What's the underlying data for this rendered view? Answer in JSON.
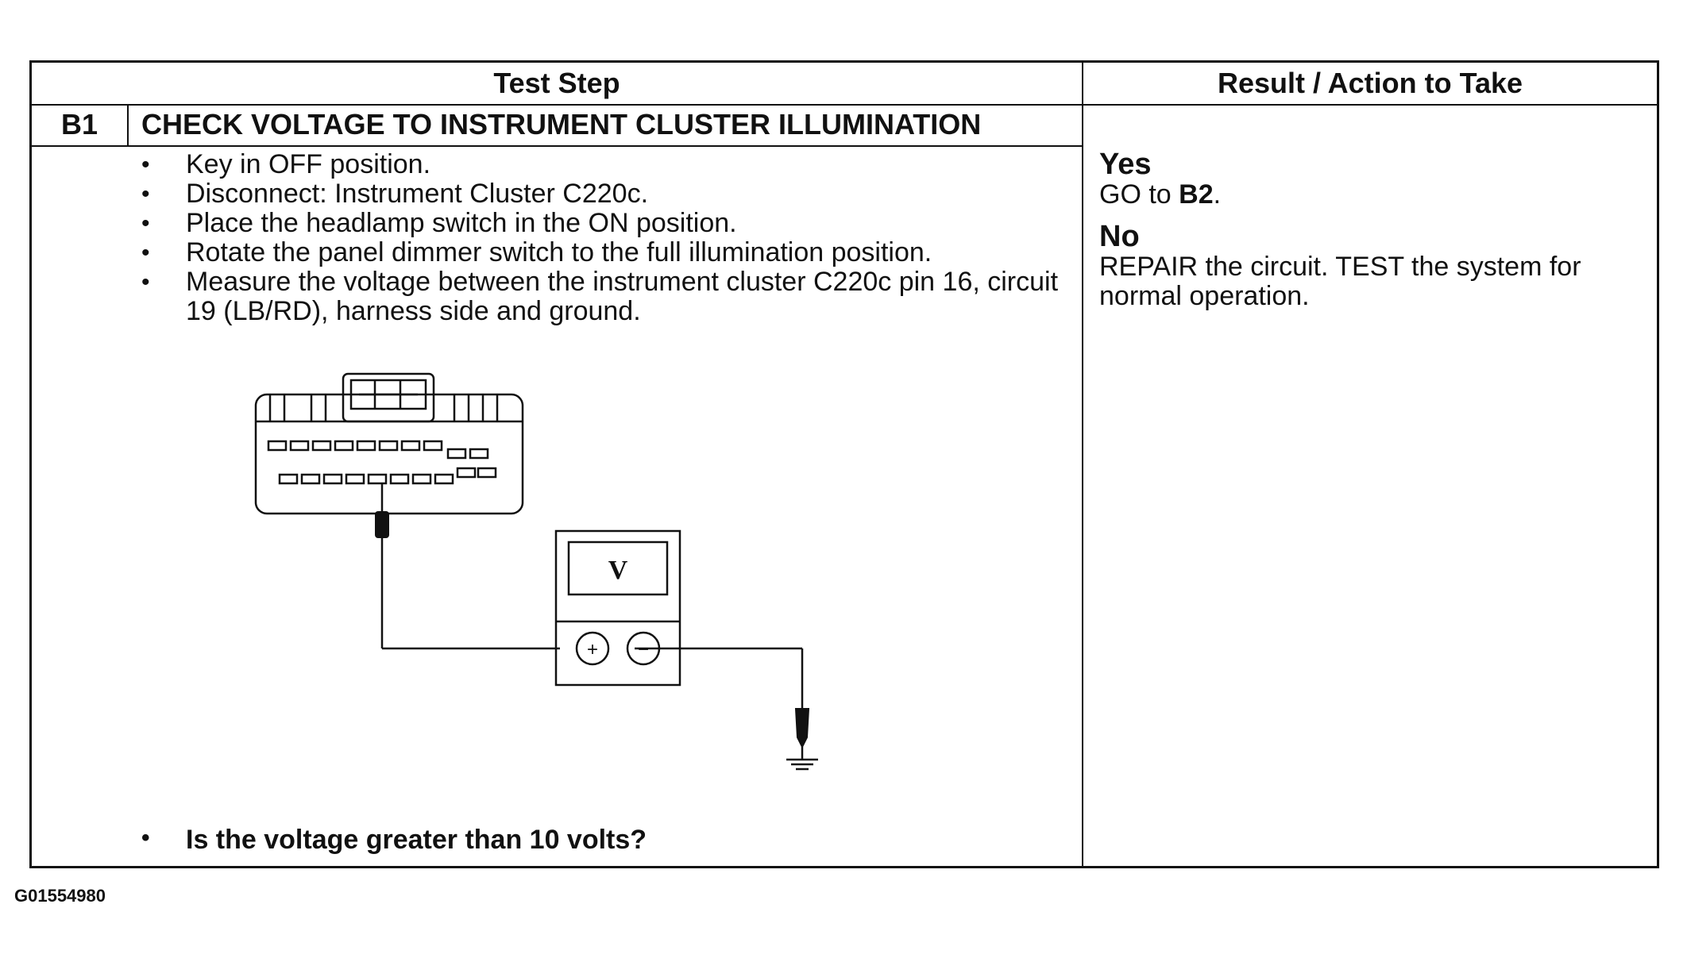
{
  "table": {
    "header_left": "Test Step",
    "header_right": "Result / Action to Take",
    "step_id": "B1",
    "step_title": "CHECK VOLTAGE TO INSTRUMENT CLUSTER ILLUMINATION",
    "bullets": [
      "Key in OFF position.",
      "Disconnect: Instrument Cluster C220c.",
      "Place the headlamp switch in the ON position.",
      "Rotate the panel dimmer switch to the full illumination position.",
      "Measure the voltage between the instrument cluster C220c pin 16, circuit 19 (LB/RD), harness side and ground."
    ],
    "question": "Is the voltage greater than 10 volts?"
  },
  "result": {
    "yes_head": "Yes",
    "yes_text_prefix": "GO to ",
    "yes_text_target": "B2",
    "yes_text_suffix": ".",
    "no_head": "No",
    "no_text": "REPAIR the circuit. TEST the system for normal operation."
  },
  "diagram": {
    "meter_label": "V",
    "plus_label": "+",
    "minus_label": "−"
  },
  "footer": {
    "figure_id": "G01554980"
  }
}
